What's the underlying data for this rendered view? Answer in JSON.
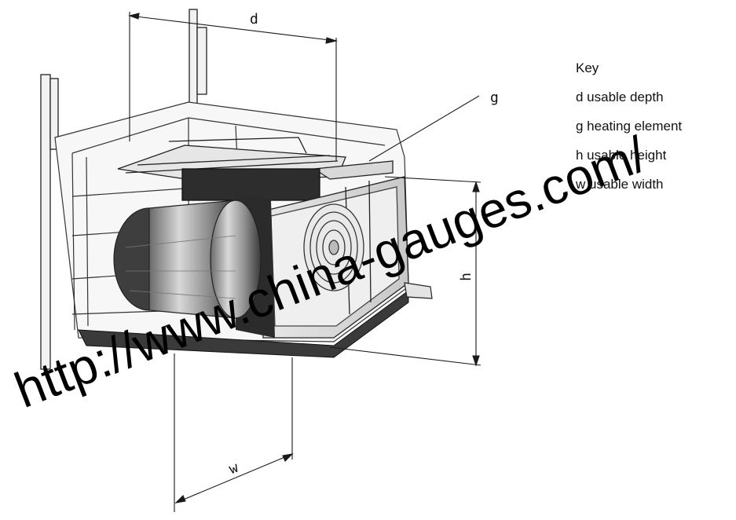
{
  "diagram": {
    "dimension_labels": {
      "d": "d",
      "g": "g",
      "h": "h",
      "w": "w"
    },
    "key": {
      "title": "Key",
      "items": [
        {
          "label": "d usable depth"
        },
        {
          "label": "g heating element"
        },
        {
          "label": "h usable height"
        },
        {
          "label": "w usable width"
        }
      ]
    },
    "watermark": "http://www.china-gauges.com/",
    "colors": {
      "line": "#1a1a1a",
      "shade_dark": "#2a2a2a",
      "shade_light": "#cfcfcf"
    }
  }
}
